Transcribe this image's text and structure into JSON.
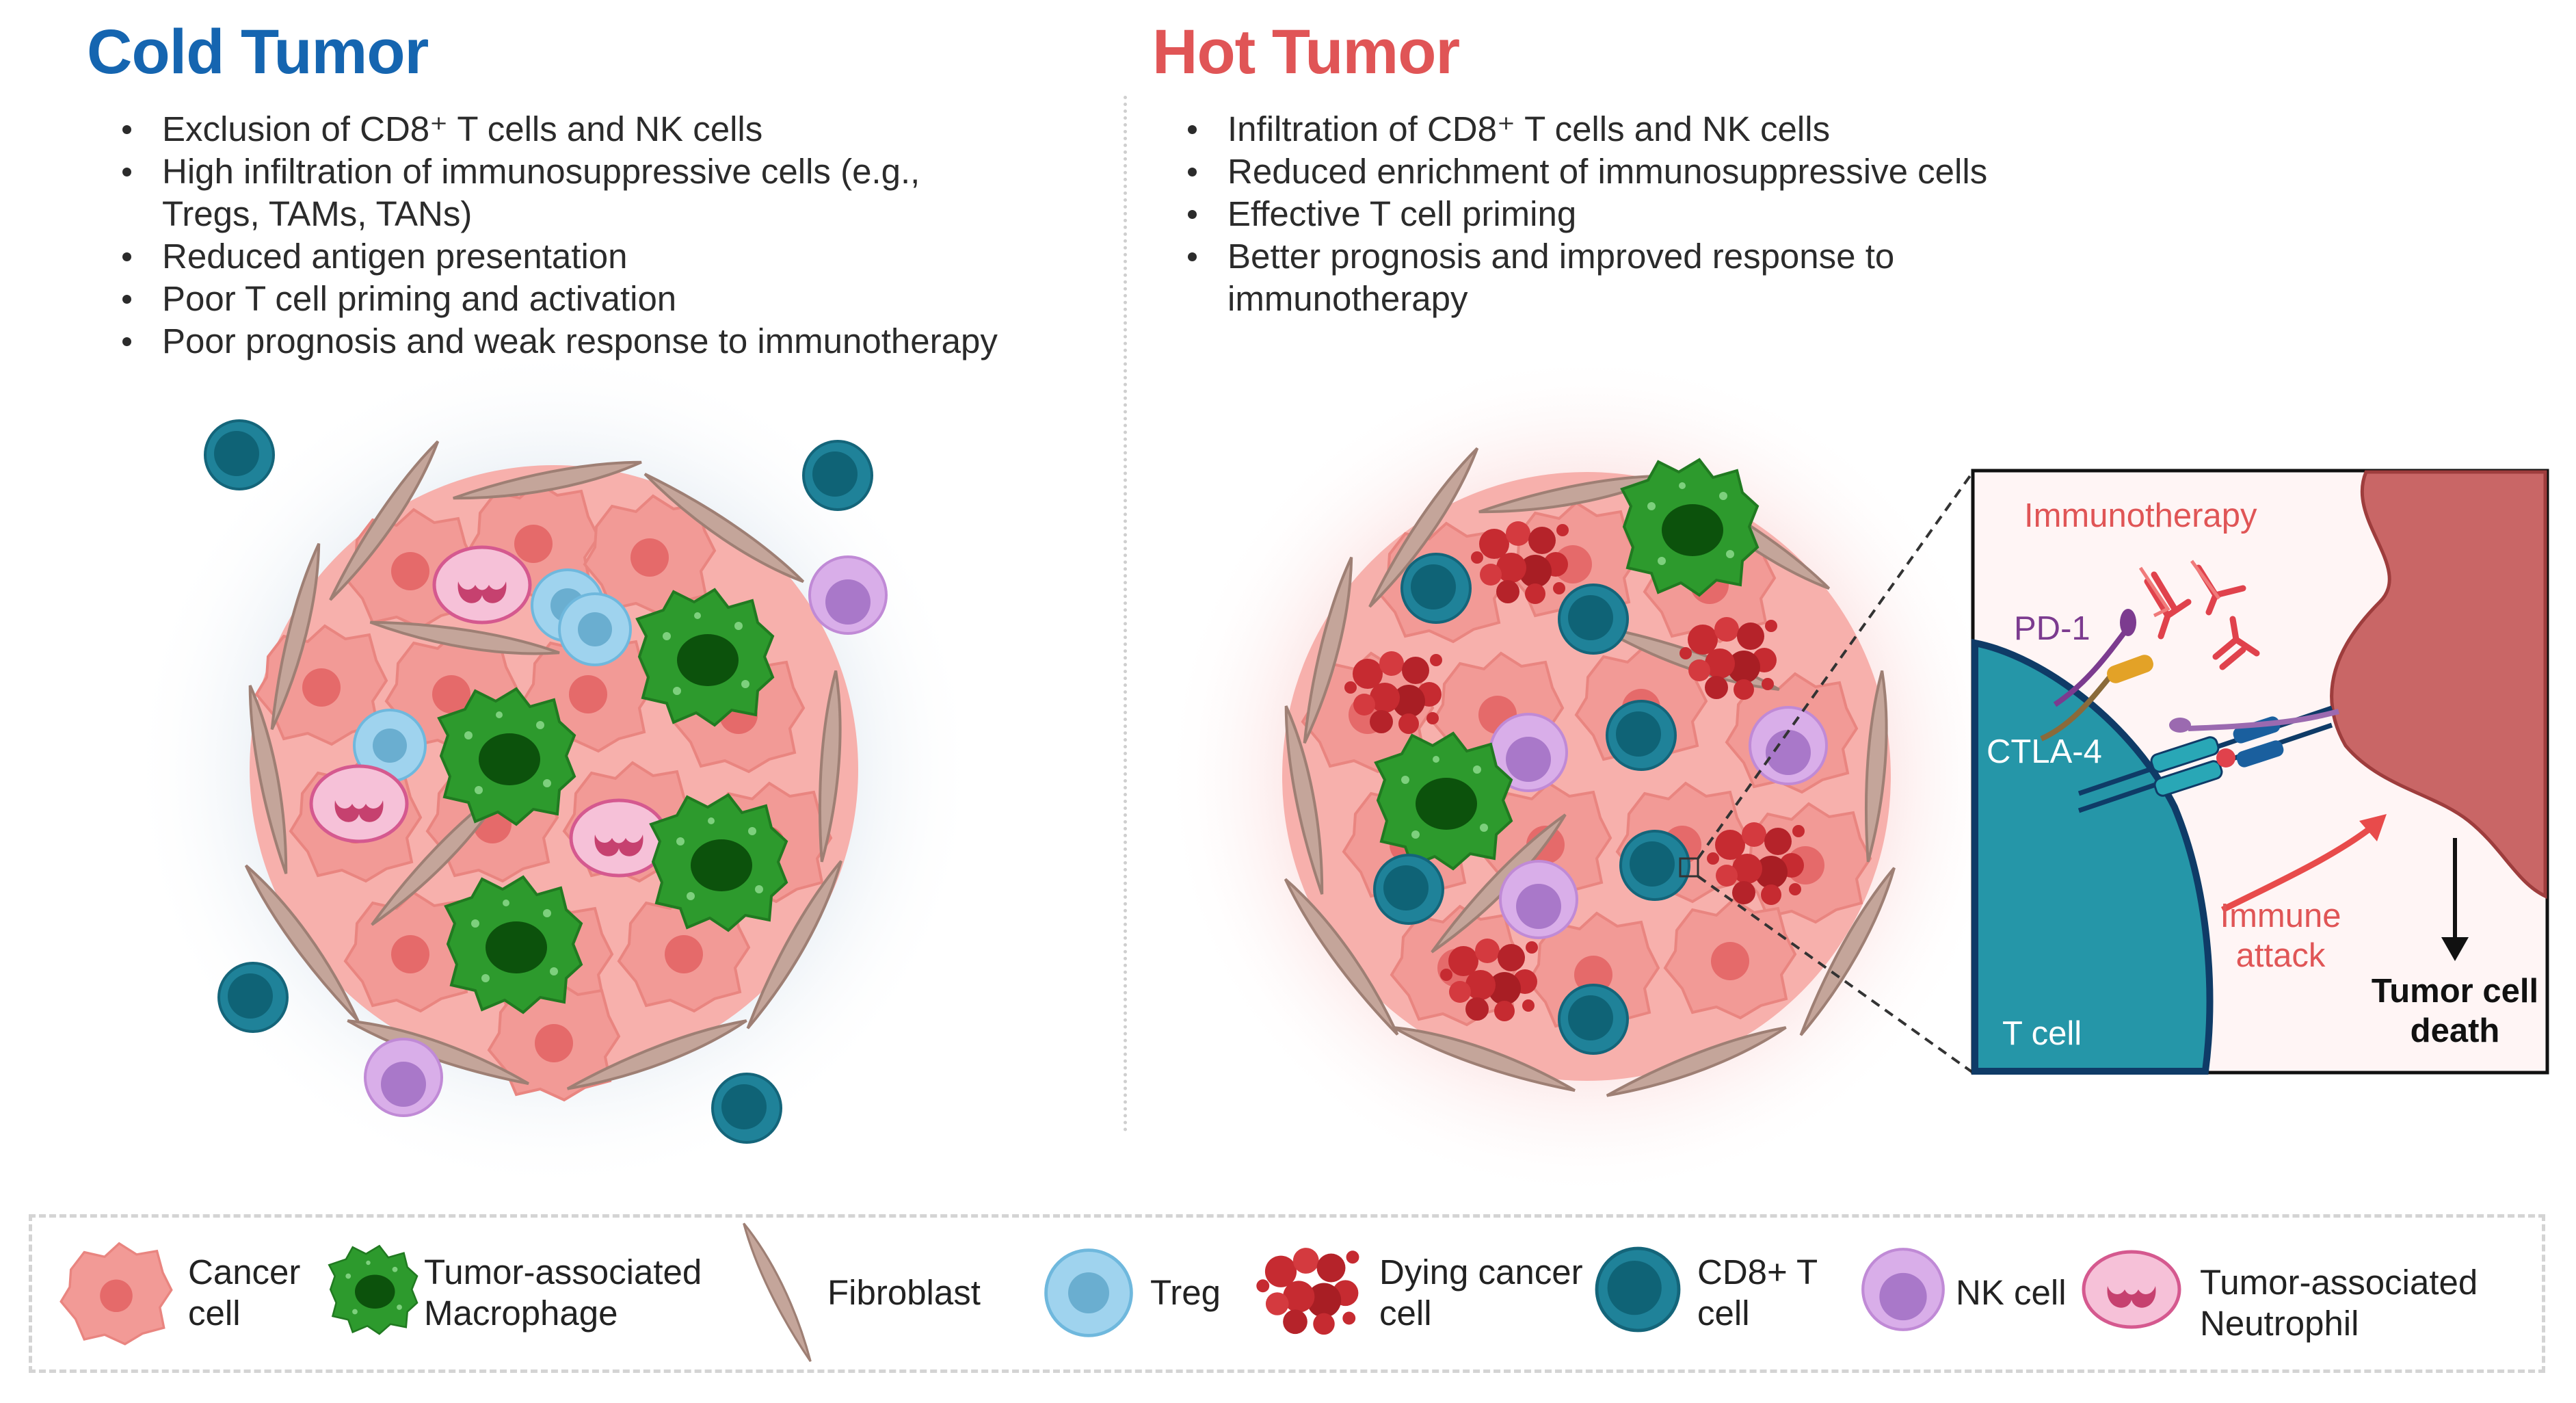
{
  "cold": {
    "title": "Cold Tumor",
    "bullets": [
      "Exclusion of CD8⁺ T cells and NK cells",
      "High infiltration of immunosuppressive cells (e.g., Tregs, TAMs, TANs)",
      "Reduced antigen presentation",
      "Poor T cell priming and activation",
      "Poor prognosis and weak response to immunotherapy"
    ]
  },
  "hot": {
    "title": "Hot Tumor",
    "bullets": [
      "Infiltration of CD8⁺ T cells and NK cells",
      "Reduced enrichment of immunosuppressive cells",
      "Effective T cell priming",
      "Better prognosis and improved response to immunotherapy"
    ]
  },
  "inset": {
    "immunotherapy": "Immunotherapy",
    "pd1": "PD-1",
    "ctla4": "CTLA-4",
    "immune_attack": "Immune attack",
    "tcell": "T cell",
    "tumor_death": "Tumor cell death"
  },
  "legend": {
    "cancer_cell": "Cancer cell",
    "tam": "Tumor-associated Macrophage",
    "fibroblast": "Fibroblast",
    "treg": "Treg",
    "dying": "Dying cancer cell",
    "cd8": "CD8+ T cell",
    "nk": "NK cell",
    "tan": "Tumor-associated Neutrophil"
  },
  "colors": {
    "cold_title": "#1565b0",
    "hot_title": "#e05556",
    "cancer": "#f29a96",
    "macrophage": "#2a8f2a",
    "fibroblast": "#c4a59a",
    "treg": "#8fcbe8",
    "dying": "#c62b31",
    "cd8": "#1f8299",
    "nk": "#c9a0e0",
    "neutrophil": "#f4b7d3"
  }
}
